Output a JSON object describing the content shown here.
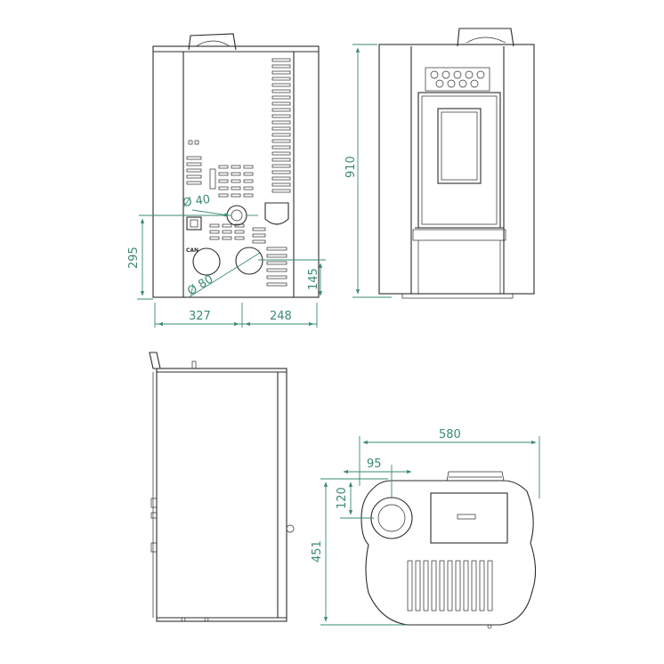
{
  "dimensions": {
    "width_rear": "327",
    "offset_rear": "248",
    "height_295": "295",
    "height_145": "145",
    "height_910": "910",
    "dia_40": "Ø 40",
    "dia_80": "Ø 80",
    "width_580": "580",
    "offset_95": "95",
    "offset_120": "120",
    "depth_451": "451"
  },
  "labels": {
    "can": "CAN"
  },
  "colors": {
    "line": "#2b2b2b",
    "dimension": "#3a8a74"
  }
}
